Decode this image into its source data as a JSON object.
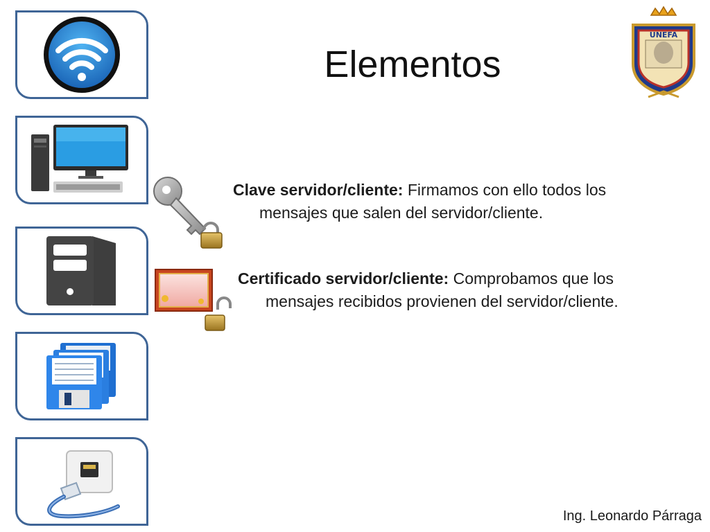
{
  "slide": {
    "title": "Elementos",
    "bullets": [
      {
        "term": "Clave servidor/cliente:",
        "line1": " Firmamos con ello todos los",
        "line2": "mensajes que salen del servidor/cliente."
      },
      {
        "term": "Certificado servidor/cliente:",
        "line1": " Comprobamos que los",
        "line2": "mensajes recibidos provienen del servidor/cliente."
      }
    ],
    "author": "Ing. Leonardo Párraga"
  },
  "icons": [
    "wifi-icon",
    "desktop-computer-icon",
    "server-icon",
    "floppy-disks-icon",
    "network-cable-icon",
    "key-lock-icon",
    "certificate-lock-icon",
    "university-crest-logo"
  ],
  "logo": {
    "text": "UNEFA"
  },
  "colors": {
    "card_border": "#3f6596",
    "wifi_blue": "#2a7fd0",
    "text": "#1a1a1a"
  }
}
